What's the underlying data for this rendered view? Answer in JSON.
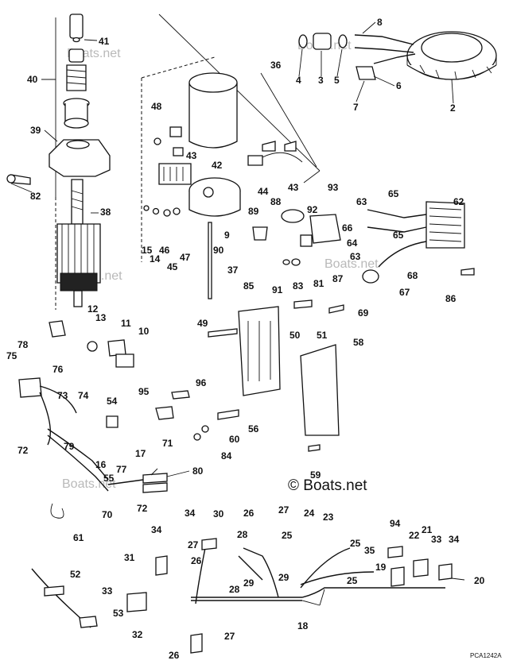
{
  "watermark": "Boats.net",
  "copyright": "© Boats.net",
  "drawing_code": "PCA1242A",
  "callouts": [
    {
      "id": "c1",
      "text": "41"
    },
    {
      "id": "c2",
      "text": "40"
    },
    {
      "id": "c3",
      "text": "39"
    },
    {
      "id": "c4",
      "text": "82"
    },
    {
      "id": "c5",
      "text": "38"
    },
    {
      "id": "c6",
      "text": "36"
    },
    {
      "id": "c7",
      "text": "8"
    },
    {
      "id": "c8",
      "text": "4"
    },
    {
      "id": "c9",
      "text": "3"
    },
    {
      "id": "c10",
      "text": "5"
    },
    {
      "id": "c11",
      "text": "6"
    },
    {
      "id": "c12",
      "text": "7"
    },
    {
      "id": "c13",
      "text": "2"
    },
    {
      "id": "c14",
      "text": "48"
    },
    {
      "id": "c15",
      "text": "43"
    },
    {
      "id": "c16",
      "text": "42"
    },
    {
      "id": "c17",
      "text": "44"
    },
    {
      "id": "c18",
      "text": "43"
    },
    {
      "id": "c19",
      "text": "93"
    },
    {
      "id": "c20",
      "text": "63"
    },
    {
      "id": "c21",
      "text": "65"
    },
    {
      "id": "c22",
      "text": "62"
    },
    {
      "id": "c23",
      "text": "88"
    },
    {
      "id": "c24",
      "text": "92"
    },
    {
      "id": "c25",
      "text": "66"
    },
    {
      "id": "c26",
      "text": "64"
    },
    {
      "id": "c27",
      "text": "65"
    },
    {
      "id": "c28",
      "text": "63"
    },
    {
      "id": "c29",
      "text": "89"
    },
    {
      "id": "c30",
      "text": "9"
    },
    {
      "id": "c31",
      "text": "90"
    },
    {
      "id": "c32",
      "text": "15"
    },
    {
      "id": "c33",
      "text": "46"
    },
    {
      "id": "c34",
      "text": "14"
    },
    {
      "id": "c35",
      "text": "47"
    },
    {
      "id": "c36",
      "text": "45"
    },
    {
      "id": "c37",
      "text": "37"
    },
    {
      "id": "c38",
      "text": "91"
    },
    {
      "id": "c39",
      "text": "83"
    },
    {
      "id": "c40",
      "text": "81"
    },
    {
      "id": "c41",
      "text": "87"
    },
    {
      "id": "c42",
      "text": "68"
    },
    {
      "id": "c43",
      "text": "67"
    },
    {
      "id": "c44",
      "text": "69"
    },
    {
      "id": "c45",
      "text": "86"
    },
    {
      "id": "c46",
      "text": "12"
    },
    {
      "id": "c47",
      "text": "13"
    },
    {
      "id": "c48",
      "text": "11"
    },
    {
      "id": "c49",
      "text": "10"
    },
    {
      "id": "c50",
      "text": "85"
    },
    {
      "id": "c51",
      "text": "49"
    },
    {
      "id": "c52",
      "text": "50"
    },
    {
      "id": "c53",
      "text": "51"
    },
    {
      "id": "c54",
      "text": "58"
    },
    {
      "id": "c55",
      "text": "78"
    },
    {
      "id": "c56",
      "text": "75"
    },
    {
      "id": "c57",
      "text": "76"
    },
    {
      "id": "c58",
      "text": "73"
    },
    {
      "id": "c59",
      "text": "74"
    },
    {
      "id": "c60",
      "text": "54"
    },
    {
      "id": "c61",
      "text": "95"
    },
    {
      "id": "c62",
      "text": "96"
    },
    {
      "id": "c63",
      "text": "56"
    },
    {
      "id": "c64",
      "text": "79"
    },
    {
      "id": "c65",
      "text": "72"
    },
    {
      "id": "c66",
      "text": "17"
    },
    {
      "id": "c67",
      "text": "16"
    },
    {
      "id": "c68",
      "text": "77"
    },
    {
      "id": "c69",
      "text": "55"
    },
    {
      "id": "c70",
      "text": "60"
    },
    {
      "id": "c71",
      "text": "84"
    },
    {
      "id": "c72",
      "text": "71"
    },
    {
      "id": "c73",
      "text": "80"
    },
    {
      "id": "c74",
      "text": "59"
    },
    {
      "id": "c75",
      "text": "70"
    },
    {
      "id": "c76",
      "text": "72"
    },
    {
      "id": "c77",
      "text": "61"
    },
    {
      "id": "c78",
      "text": "34"
    },
    {
      "id": "c79",
      "text": "30"
    },
    {
      "id": "c80",
      "text": "26"
    },
    {
      "id": "c81",
      "text": "27"
    },
    {
      "id": "c82",
      "text": "24"
    },
    {
      "id": "c83",
      "text": "23"
    },
    {
      "id": "c84",
      "text": "94"
    },
    {
      "id": "c85",
      "text": "22"
    },
    {
      "id": "c86",
      "text": "21"
    },
    {
      "id": "c87",
      "text": "33"
    },
    {
      "id": "c88",
      "text": "34"
    },
    {
      "id": "c89",
      "text": "34"
    },
    {
      "id": "c90",
      "text": "28"
    },
    {
      "id": "c91",
      "text": "25"
    },
    {
      "id": "c92",
      "text": "25"
    },
    {
      "id": "c93",
      "text": "35"
    },
    {
      "id": "c94",
      "text": "27"
    },
    {
      "id": "c95",
      "text": "31"
    },
    {
      "id": "c96",
      "text": "26"
    },
    {
      "id": "c97",
      "text": "29"
    },
    {
      "id": "c98",
      "text": "29"
    },
    {
      "id": "c99",
      "text": "28"
    },
    {
      "id": "c100",
      "text": "25"
    },
    {
      "id": "c101",
      "text": "19"
    },
    {
      "id": "c102",
      "text": "20"
    },
    {
      "id": "c103",
      "text": "52"
    },
    {
      "id": "c104",
      "text": "33"
    },
    {
      "id": "c105",
      "text": "53"
    },
    {
      "id": "c106",
      "text": "32"
    },
    {
      "id": "c107",
      "text": "27"
    },
    {
      "id": "c108",
      "text": "18"
    },
    {
      "id": "c109",
      "text": "26"
    }
  ]
}
